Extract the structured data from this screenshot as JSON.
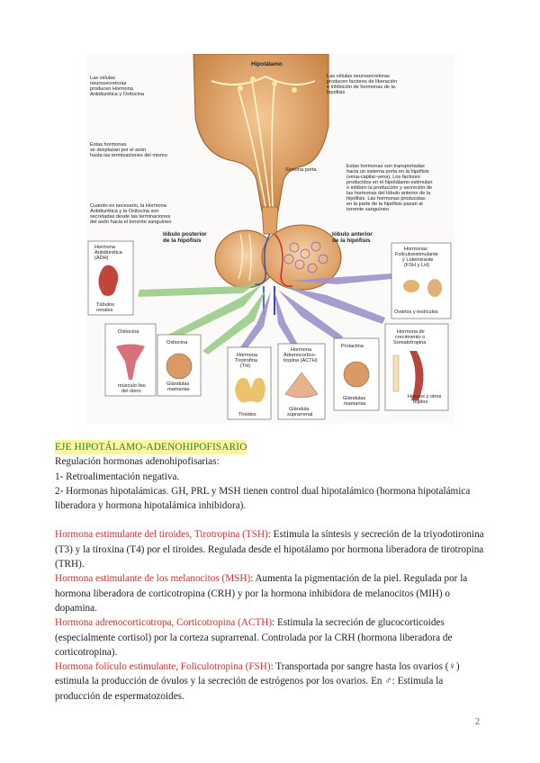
{
  "figure": {
    "labels": {
      "hipotalamo": "Hipotálamo",
      "cel_neurosec_1": "Las células",
      "cel_neurosec_2": "neurosecretoras",
      "cel_neurosec_3": "producen Hormona",
      "cel_neurosec_4": "Antidiurética y Oxitocina",
      "cel_neurosec_r1": "Las células neurosecretoras",
      "cel_neurosec_r2": "producen factores de liberación",
      "cel_neurosec_r3": "e inhibición de hormonas de la",
      "cel_neurosec_r4": "hipófisis",
      "desplazan_1": "Estas hormonas",
      "desplazan_2": "se desplazan por el axón",
      "desplazan_3": "hasta las terminaciones del mismo",
      "sistema_porta": "Sistema porta",
      "transportan_1": "Estas hormonas son transportadas",
      "transportan_2": "hacia un sistema porta en la hipófisis",
      "transportan_3": "(vena-capilar-vena). Los factores",
      "transportan_4": "producidos en el hipotálamo estimulan",
      "transportan_5": "o inhiben la producción y secreción de",
      "transportan_6": "las hormonas del lóbulo anterior de la",
      "transportan_7": "hipófisis. Las hormonas producidas",
      "transportan_8": "en la parte de la hipófisis pasan al",
      "transportan_9": "torrente sanguíneo.",
      "secreta_1": "Cuando es necesario, la Hormona",
      "secreta_2": "Antidiurética y la Oxitocina son",
      "secreta_3": "secretadas desde las terminaciones",
      "secreta_4": "del axón hacia el torrente sanguíneo",
      "lobulo_post_1": "lóbulo posterior",
      "lobulo_post_2": "de la hipófisis",
      "lobulo_ant_1": "lóbulo anterior",
      "lobulo_ant_2": "de la hipófisis",
      "adh_1": "Hormona",
      "adh_2": "Antidiurética",
      "adh_3": "(ADH)",
      "tubulos_1": "Túbulos",
      "tubulos_2": "renales",
      "fsh_1": "Hormonas",
      "fsh_2": "Foliculoestimulante",
      "fsh_3": "y Luteinizante",
      "fsh_4": "(FSH y LH)",
      "ovarios": "Ovarios y testículos",
      "oxitocina_u": "Oxitocina",
      "musculo_1": "músculo liso",
      "musculo_2": "del útero",
      "oxitocina_m": "Oxitocina",
      "glandulas_m_1": "Glándulas",
      "glandulas_m_2": "mamarias",
      "tsh_1": "Hormona",
      "tsh_2": "Tirotrofina",
      "tsh_3": "(TH)",
      "tiroides": "Tiroides",
      "acth_1": "Hormona",
      "acth_2": "Adrenocortico-",
      "acth_3": "tropina (ACTH)",
      "glandula_s_1": "Glándula",
      "glandula_s_2": "suprarrenal",
      "prolactina": "Prolactina",
      "glandulas_p_1": "Glándulas",
      "glandulas_p_2": "mamarias",
      "gh_1": "Hormona de",
      "gh_2": "crecimiento o",
      "gh_3": "Somatotropina",
      "huesos_1": "Huesos y otros",
      "huesos_2": "tejidos"
    }
  },
  "text": {
    "heading": "EJE HIPOTÁLAMO-ADENOHIPOFISARIO",
    "p1": "Regulación hormonas adenohipofisarias:",
    "p2": "1- Retroalimentación negativa.",
    "p3": "2- Hormonas hipotalámicas. GH, PRL y MSH tienen control dual hipotalámico (hormona hipotalámica liberadora y hormona hipotalámica inhibidora).",
    "tsh_name": "Hormona estimulante del tiroides, Tirotropina (TSH)",
    "tsh_desc": ": Estimula la síntesis y secreción de la triyodotironina (T3) y la tiroxina (T4) por el tiroides. Regulada desde el hipotálamo por hormona liberadora de tirotropina (TRH).",
    "msh_name": "Hormona estimulante de los melanocitos (MSH)",
    "msh_desc": ": Aumenta la pigmentación de la piel. Regulada por la hormona liberadora de corticotropina (CRH) y por la hormona inhibidora de melanocitos (MIH) o dopamina.",
    "acth_name": "Hormona adrenocorticotropa, Corticotropina (ACTH)",
    "acth_desc": ": Estimula la secreción de glucocorticoides (especialmente cortisol) por la corteza suprarrenal. Controlada por la CRH (hormona liberadora de corticotropina).",
    "fsh_name": "Hormona folículo estimulante, Foliculotropina (FSH)",
    "fsh_desc": ": Transportada por sangre hasta los ovarios (♀) estimula la producción de óvulos y la secreción de estrógenos por los ovarios. En ♂: Estimula la producción de espermatozoides."
  },
  "page_number": "2",
  "colors": {
    "heading_bg": "#fff59d",
    "heading_fg": "#2e7d32",
    "highlight": "#d32f2f",
    "arrow_green": "#9ccc8a",
    "arrow_purple": "#9b93c9",
    "tissue": "#e7a86b"
  }
}
